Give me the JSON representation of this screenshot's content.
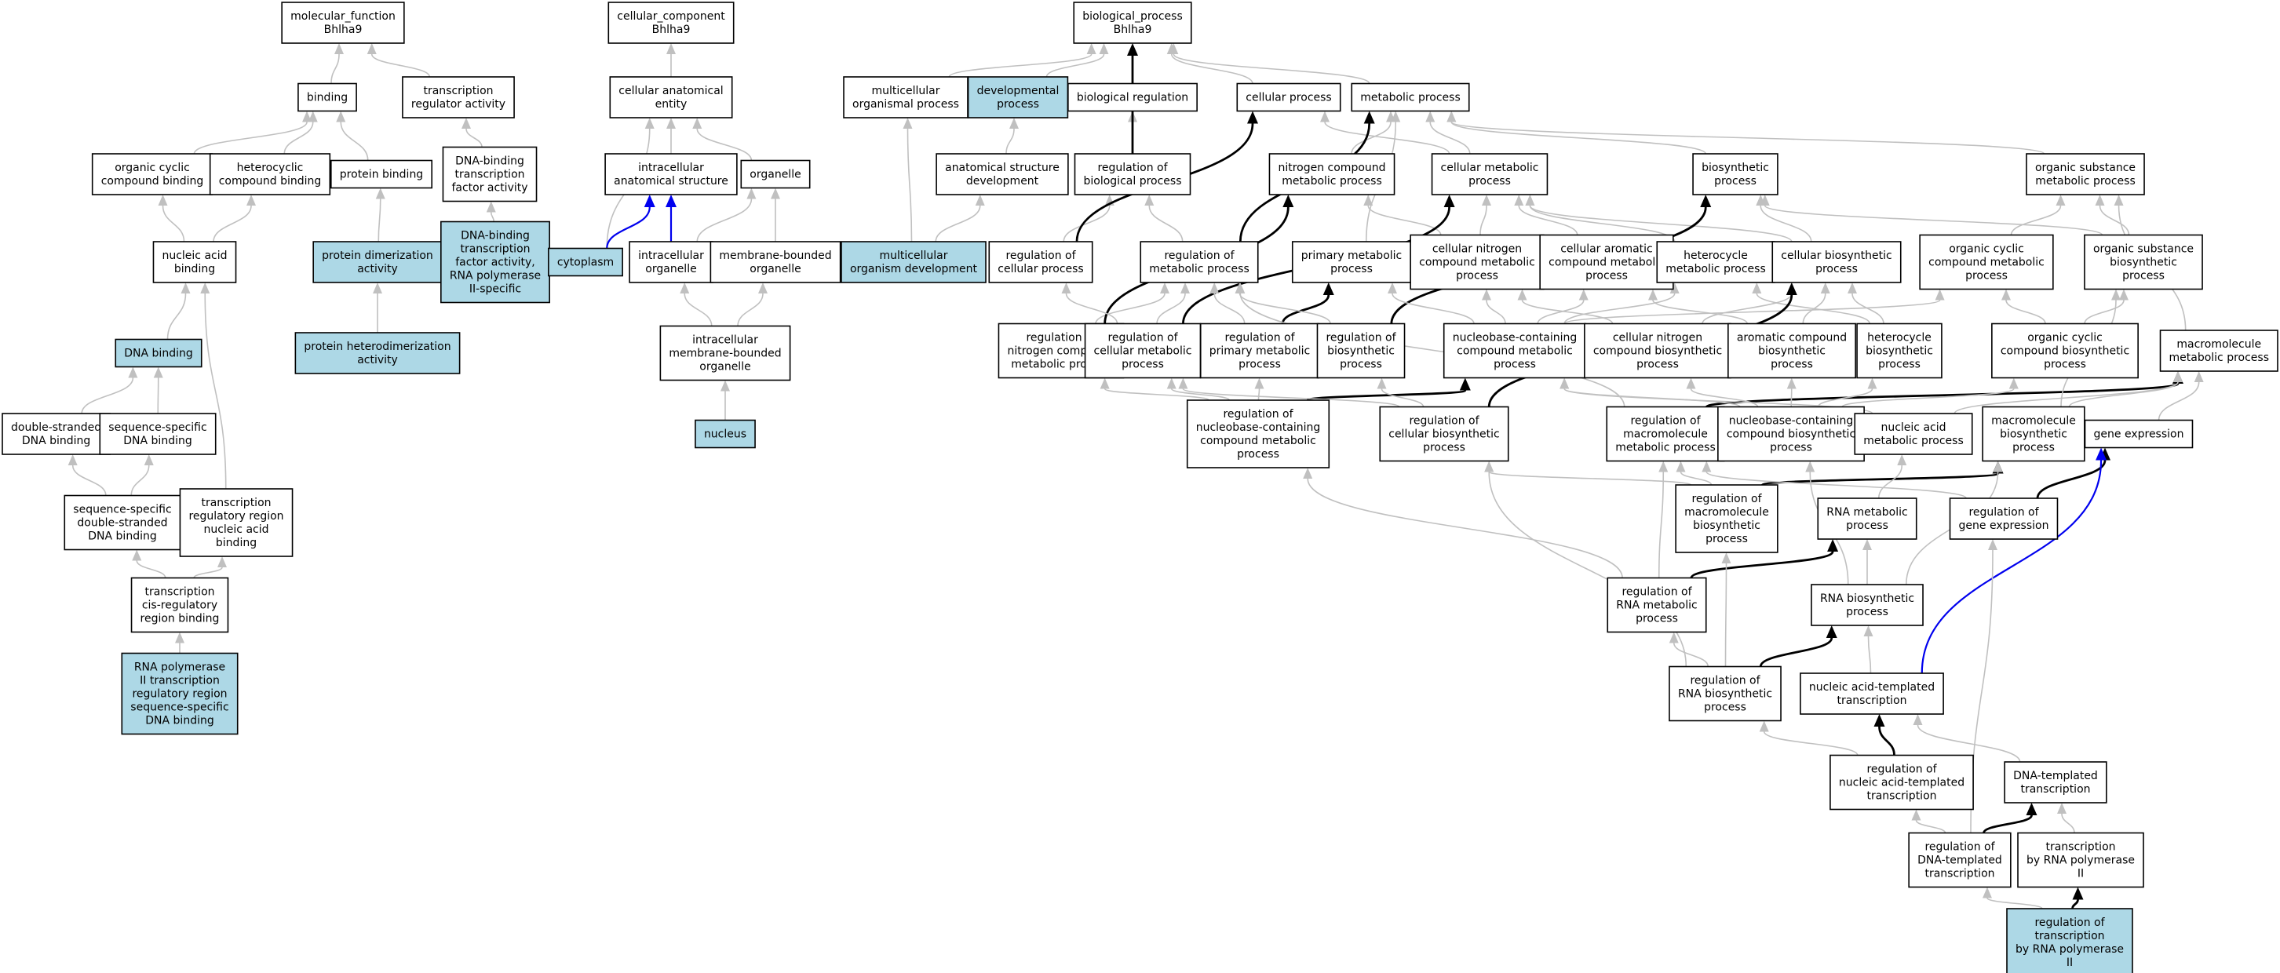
{
  "diagram": {
    "nodes": [
      {
        "id": "mf",
        "lines": [
          "molecular_function",
          "Bhlha9"
        ]
      },
      {
        "id": "binding",
        "lines": [
          "binding"
        ]
      },
      {
        "id": "tra",
        "lines": [
          "transcription",
          "regulator activity"
        ]
      },
      {
        "id": "occb",
        "lines": [
          "organic cyclic",
          "compound binding"
        ]
      },
      {
        "id": "hcb",
        "lines": [
          "heterocyclic",
          "compound binding"
        ]
      },
      {
        "id": "pb",
        "lines": [
          "protein binding"
        ]
      },
      {
        "id": "dbtf",
        "lines": [
          "DNA-binding",
          "transcription",
          "factor activity"
        ]
      },
      {
        "id": "nab",
        "lines": [
          "nucleic acid",
          "binding"
        ]
      },
      {
        "id": "pda",
        "lines": [
          "protein dimerization",
          "activity"
        ],
        "hl": true
      },
      {
        "id": "dbtf2",
        "lines": [
          "DNA-binding",
          "transcription",
          "factor activity,",
          "RNA polymerase",
          "II-specific"
        ],
        "hl": true
      },
      {
        "id": "dnab",
        "lines": [
          "DNA binding"
        ],
        "hl": true
      },
      {
        "id": "phd",
        "lines": [
          "protein heterodimerization",
          "activity"
        ],
        "hl": true
      },
      {
        "id": "dsdb",
        "lines": [
          "double-stranded",
          "DNA binding"
        ]
      },
      {
        "id": "ssdb",
        "lines": [
          "sequence-specific",
          "DNA binding"
        ]
      },
      {
        "id": "ssds",
        "lines": [
          "sequence-specific",
          "double-stranded",
          "DNA binding"
        ]
      },
      {
        "id": "trrna",
        "lines": [
          "transcription",
          "regulatory region",
          "nucleic acid",
          "binding"
        ]
      },
      {
        "id": "tcrb",
        "lines": [
          "transcription",
          "cis-regulatory",
          "region binding"
        ]
      },
      {
        "id": "rnap2b",
        "lines": [
          "RNA polymerase",
          "II transcription",
          "regulatory region",
          "sequence-specific",
          "DNA binding"
        ],
        "hl": true
      },
      {
        "id": "cc",
        "lines": [
          "cellular_component",
          "Bhlha9"
        ]
      },
      {
        "id": "cae",
        "lines": [
          "cellular anatomical",
          "entity"
        ]
      },
      {
        "id": "ias",
        "lines": [
          "intracellular",
          "anatomical structure"
        ]
      },
      {
        "id": "org",
        "lines": [
          "organelle"
        ]
      },
      {
        "id": "cyto",
        "lines": [
          "cytoplasm"
        ],
        "hl": true
      },
      {
        "id": "io",
        "lines": [
          "intracellular",
          "organelle"
        ]
      },
      {
        "id": "mbo",
        "lines": [
          "membrane-bounded",
          "organelle"
        ]
      },
      {
        "id": "imbo",
        "lines": [
          "intracellular",
          "membrane-bounded",
          "organelle"
        ]
      },
      {
        "id": "nucleus",
        "lines": [
          "nucleus"
        ],
        "hl": true
      },
      {
        "id": "bp",
        "lines": [
          "biological_process",
          "Bhlha9"
        ]
      },
      {
        "id": "mop",
        "lines": [
          "multicellular",
          "organismal process"
        ]
      },
      {
        "id": "devp",
        "lines": [
          "developmental",
          "process"
        ],
        "hl": true
      },
      {
        "id": "breg",
        "lines": [
          "biological regulation"
        ]
      },
      {
        "id": "cellp",
        "lines": [
          "cellular process"
        ]
      },
      {
        "id": "metp",
        "lines": [
          "metabolic process"
        ]
      },
      {
        "id": "asd",
        "lines": [
          "anatomical structure",
          "development"
        ]
      },
      {
        "id": "rbp",
        "lines": [
          "regulation of",
          "biological process"
        ]
      },
      {
        "id": "ncmp",
        "lines": [
          "nitrogen compound",
          "metabolic process"
        ]
      },
      {
        "id": "cmp",
        "lines": [
          "cellular metabolic",
          "process"
        ]
      },
      {
        "id": "biosyn",
        "lines": [
          "biosynthetic",
          "process"
        ]
      },
      {
        "id": "osmp",
        "lines": [
          "organic substance",
          "metabolic process"
        ]
      },
      {
        "id": "mod",
        "lines": [
          "multicellular",
          "organism development"
        ],
        "hl": true
      },
      {
        "id": "rcp",
        "lines": [
          "regulation of",
          "cellular process"
        ]
      },
      {
        "id": "rmp",
        "lines": [
          "regulation of",
          "metabolic process"
        ]
      },
      {
        "id": "pmp",
        "lines": [
          "primary metabolic",
          "process"
        ]
      },
      {
        "id": "cncmp",
        "lines": [
          "cellular nitrogen",
          "compound metabolic",
          "process"
        ]
      },
      {
        "id": "cacmp",
        "lines": [
          "cellular aromatic",
          "compound metabolic",
          "process"
        ]
      },
      {
        "id": "hmp",
        "lines": [
          "heterocycle",
          "metabolic process"
        ]
      },
      {
        "id": "cbp",
        "lines": [
          "cellular biosynthetic",
          "process"
        ]
      },
      {
        "id": "occmp",
        "lines": [
          "organic cyclic",
          "compound metabolic",
          "process"
        ]
      },
      {
        "id": "osbp",
        "lines": [
          "organic substance",
          "biosynthetic",
          "process"
        ]
      },
      {
        "id": "rncmp",
        "lines": [
          "regulation of",
          "nitrogen compound",
          "metabolic process"
        ]
      },
      {
        "id": "rcmp",
        "lines": [
          "regulation of",
          "cellular metabolic",
          "process"
        ]
      },
      {
        "id": "rpmp",
        "lines": [
          "regulation of",
          "primary metabolic",
          "process"
        ]
      },
      {
        "id": "rbiop",
        "lines": [
          "regulation of",
          "biosynthetic",
          "process"
        ]
      },
      {
        "id": "nccmp",
        "lines": [
          "nucleobase-containing",
          "compound metabolic",
          "process"
        ]
      },
      {
        "id": "cncbp",
        "lines": [
          "cellular nitrogen",
          "compound biosynthetic",
          "process"
        ]
      },
      {
        "id": "acbp",
        "lines": [
          "aromatic compound",
          "biosynthetic",
          "process"
        ]
      },
      {
        "id": "hbp",
        "lines": [
          "heterocycle",
          "biosynthetic",
          "process"
        ]
      },
      {
        "id": "occbp",
        "lines": [
          "organic cyclic",
          "compound biosynthetic",
          "process"
        ]
      },
      {
        "id": "mmp",
        "lines": [
          "macromolecule",
          "metabolic process"
        ]
      },
      {
        "id": "rnccmp",
        "lines": [
          "regulation of",
          "nucleobase-containing",
          "compound metabolic",
          "process"
        ]
      },
      {
        "id": "rcbp",
        "lines": [
          "regulation of",
          "cellular biosynthetic",
          "process"
        ]
      },
      {
        "id": "rmmp",
        "lines": [
          "regulation of",
          "macromolecule",
          "metabolic process"
        ]
      },
      {
        "id": "nccbp",
        "lines": [
          "nucleobase-containing",
          "compound biosynthetic",
          "process"
        ]
      },
      {
        "id": "namp",
        "lines": [
          "nucleic acid",
          "metabolic process"
        ]
      },
      {
        "id": "mbp",
        "lines": [
          "macromolecule",
          "biosynthetic",
          "process"
        ]
      },
      {
        "id": "ge",
        "lines": [
          "gene expression"
        ]
      },
      {
        "id": "rmbp",
        "lines": [
          "regulation of",
          "macromolecule",
          "biosynthetic",
          "process"
        ]
      },
      {
        "id": "rnamp",
        "lines": [
          "RNA metabolic",
          "process"
        ]
      },
      {
        "id": "rge",
        "lines": [
          "regulation of",
          "gene expression"
        ]
      },
      {
        "id": "rrnamp",
        "lines": [
          "regulation of",
          "RNA metabolic",
          "process"
        ]
      },
      {
        "id": "rnabp",
        "lines": [
          "RNA biosynthetic",
          "process"
        ]
      },
      {
        "id": "rrnabp",
        "lines": [
          "regulation of",
          "RNA biosynthetic",
          "process"
        ]
      },
      {
        "id": "natt",
        "lines": [
          "nucleic acid-templated",
          "transcription"
        ]
      },
      {
        "id": "rnatt",
        "lines": [
          "regulation of",
          "nucleic acid-templated",
          "transcription"
        ]
      },
      {
        "id": "dtt",
        "lines": [
          "DNA-templated",
          "transcription"
        ]
      },
      {
        "id": "rdtt",
        "lines": [
          "regulation of",
          "DNA-templated",
          "transcription"
        ]
      },
      {
        "id": "trnap2",
        "lines": [
          "transcription",
          "by RNA polymerase",
          "II"
        ]
      },
      {
        "id": "rtrnap2",
        "lines": [
          "regulation of",
          "transcription",
          "by RNA polymerase",
          "II"
        ],
        "hl": true
      }
    ],
    "edges": [
      [
        "binding",
        "mf",
        "g"
      ],
      [
        "tra",
        "mf",
        "g"
      ],
      [
        "occb",
        "binding",
        "g"
      ],
      [
        "hcb",
        "binding",
        "g"
      ],
      [
        "pb",
        "binding",
        "g"
      ],
      [
        "dbtf",
        "tra",
        "g"
      ],
      [
        "nab",
        "hcb",
        "g"
      ],
      [
        "nab",
        "occb",
        "g"
      ],
      [
        "pda",
        "pb",
        "g"
      ],
      [
        "dbtf2",
        "dbtf",
        "g"
      ],
      [
        "dnab",
        "nab",
        "g"
      ],
      [
        "phd",
        "pda",
        "g"
      ],
      [
        "dsdb",
        "dnab",
        "g"
      ],
      [
        "ssdb",
        "dnab",
        "g"
      ],
      [
        "ssds",
        "dsdb",
        "g"
      ],
      [
        "ssds",
        "ssdb",
        "g"
      ],
      [
        "trrna",
        "nab",
        "g"
      ],
      [
        "tcrb",
        "ssds",
        "g"
      ],
      [
        "tcrb",
        "trrna",
        "g"
      ],
      [
        "rnap2b",
        "tcrb",
        "g"
      ],
      [
        "cae",
        "cc",
        "g"
      ],
      [
        "ias",
        "cae",
        "g"
      ],
      [
        "org",
        "cae",
        "g"
      ],
      [
        "cyto",
        "cae",
        "g"
      ],
      [
        "cyto",
        "ias",
        "b"
      ],
      [
        "io",
        "ias",
        "b"
      ],
      [
        "io",
        "org",
        "g"
      ],
      [
        "mbo",
        "org",
        "g"
      ],
      [
        "imbo",
        "io",
        "g"
      ],
      [
        "imbo",
        "mbo",
        "g"
      ],
      [
        "nucleus",
        "imbo",
        "g"
      ],
      [
        "mop",
        "bp",
        "g"
      ],
      [
        "devp",
        "bp",
        "g"
      ],
      [
        "breg",
        "bp",
        "g"
      ],
      [
        "cellp",
        "bp",
        "g"
      ],
      [
        "metp",
        "bp",
        "g"
      ],
      [
        "asd",
        "devp",
        "g"
      ],
      [
        "rbp",
        "breg",
        "g"
      ],
      [
        "rbp",
        "bp",
        "k"
      ],
      [
        "mod",
        "mop",
        "g"
      ],
      [
        "mod",
        "asd",
        "g"
      ],
      [
        "ncmp",
        "metp",
        "g"
      ],
      [
        "cmp",
        "metp",
        "g"
      ],
      [
        "cmp",
        "cellp",
        "g"
      ],
      [
        "biosyn",
        "metp",
        "g"
      ],
      [
        "osmp",
        "metp",
        "g"
      ],
      [
        "rcp",
        "rbp",
        "g"
      ],
      [
        "rcp",
        "cellp",
        "k"
      ],
      [
        "rmp",
        "rbp",
        "g"
      ],
      [
        "rmp",
        "metp",
        "k"
      ],
      [
        "pmp",
        "metp",
        "g"
      ],
      [
        "cncmp",
        "ncmp",
        "g"
      ],
      [
        "cncmp",
        "cmp",
        "g"
      ],
      [
        "cacmp",
        "cmp",
        "g"
      ],
      [
        "hmp",
        "cmp",
        "g"
      ],
      [
        "cbp",
        "cmp",
        "g"
      ],
      [
        "cbp",
        "biosyn",
        "g"
      ],
      [
        "occmp",
        "osmp",
        "g"
      ],
      [
        "osbp",
        "osmp",
        "g"
      ],
      [
        "osbp",
        "biosyn",
        "g"
      ],
      [
        "rncmp",
        "rmp",
        "g"
      ],
      [
        "rncmp",
        "ncmp",
        "k"
      ],
      [
        "rcmp",
        "rcp",
        "g"
      ],
      [
        "rcmp",
        "rmp",
        "g"
      ],
      [
        "rcmp",
        "cmp",
        "k"
      ],
      [
        "rpmp",
        "rmp",
        "g"
      ],
      [
        "rpmp",
        "pmp",
        "k"
      ],
      [
        "rbiop",
        "rmp",
        "g"
      ],
      [
        "rbiop",
        "biosyn",
        "k"
      ],
      [
        "nccmp",
        "pmp",
        "g"
      ],
      [
        "nccmp",
        "cncmp",
        "g"
      ],
      [
        "nccmp",
        "cacmp",
        "g"
      ],
      [
        "nccmp",
        "hmp",
        "g"
      ],
      [
        "nccmp",
        "occmp",
        "g"
      ],
      [
        "cncbp",
        "cncmp",
        "g"
      ],
      [
        "cncbp",
        "cbp",
        "g"
      ],
      [
        "acbp",
        "cacmp",
        "g"
      ],
      [
        "acbp",
        "cbp",
        "g"
      ],
      [
        "hbp",
        "hmp",
        "g"
      ],
      [
        "hbp",
        "cbp",
        "g"
      ],
      [
        "occbp",
        "occmp",
        "g"
      ],
      [
        "occbp",
        "osbp",
        "g"
      ],
      [
        "mmp",
        "osmp",
        "g"
      ],
      [
        "rnccmp",
        "rncmp",
        "g"
      ],
      [
        "rnccmp",
        "rcmp",
        "g"
      ],
      [
        "rnccmp",
        "rpmp",
        "g"
      ],
      [
        "rnccmp",
        "nccmp",
        "k"
      ],
      [
        "rcbp",
        "rcmp",
        "g"
      ],
      [
        "rcbp",
        "rbiop",
        "g"
      ],
      [
        "rcbp",
        "cbp",
        "k"
      ],
      [
        "rmmp",
        "rmp",
        "g"
      ],
      [
        "rmmp",
        "mmp",
        "k"
      ],
      [
        "nccbp",
        "nccmp",
        "g"
      ],
      [
        "nccbp",
        "cncbp",
        "g"
      ],
      [
        "nccbp",
        "acbp",
        "g"
      ],
      [
        "nccbp",
        "hbp",
        "g"
      ],
      [
        "nccbp",
        "occbp",
        "g"
      ],
      [
        "namp",
        "nccmp",
        "g"
      ],
      [
        "namp",
        "mmp",
        "g"
      ],
      [
        "mbp",
        "mmp",
        "g"
      ],
      [
        "mbp",
        "osbp",
        "g"
      ],
      [
        "ge",
        "mmp",
        "g"
      ],
      [
        "rmbp",
        "rmmp",
        "g"
      ],
      [
        "rmbp",
        "rcbp",
        "g"
      ],
      [
        "rmbp",
        "mbp",
        "k"
      ],
      [
        "rnamp",
        "namp",
        "g"
      ],
      [
        "rge",
        "rmmp",
        "g"
      ],
      [
        "rge",
        "ge",
        "k"
      ],
      [
        "rrnamp",
        "rnccmp",
        "g"
      ],
      [
        "rrnamp",
        "rmmp",
        "g"
      ],
      [
        "rrnamp",
        "rnamp",
        "k"
      ],
      [
        "rnabp",
        "rnamp",
        "g"
      ],
      [
        "rnabp",
        "nccbp",
        "g"
      ],
      [
        "rnabp",
        "mbp",
        "g"
      ],
      [
        "rrnabp",
        "rrnamp",
        "g"
      ],
      [
        "rrnabp",
        "rmbp",
        "g"
      ],
      [
        "rrnabp",
        "rcbp",
        "g"
      ],
      [
        "rrnabp",
        "rnabp",
        "k"
      ],
      [
        "natt",
        "rnabp",
        "g"
      ],
      [
        "natt",
        "ge",
        "b"
      ],
      [
        "rnatt",
        "rrnabp",
        "g"
      ],
      [
        "rnatt",
        "natt",
        "k"
      ],
      [
        "dtt",
        "natt",
        "g"
      ],
      [
        "rdtt",
        "rnatt",
        "g"
      ],
      [
        "rdtt",
        "rge",
        "g"
      ],
      [
        "rdtt",
        "dtt",
        "k"
      ],
      [
        "trnap2",
        "dtt",
        "g"
      ],
      [
        "rtrnap2",
        "rdtt",
        "g"
      ],
      [
        "rtrnap2",
        "trnap2",
        "k"
      ]
    ]
  }
}
